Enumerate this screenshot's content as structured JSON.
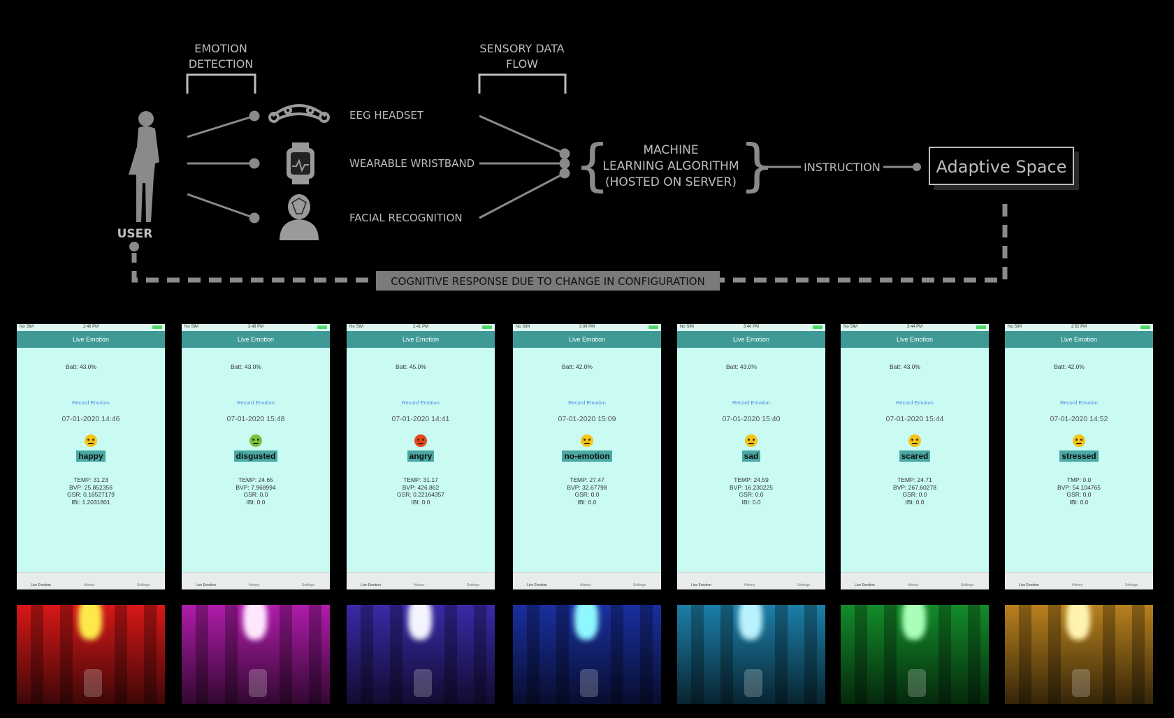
{
  "diagram": {
    "header_emotion": [
      "EMOTION",
      "DETECTION"
    ],
    "header_sensory": [
      "SENSORY DATA",
      "FLOW"
    ],
    "user_label": "USER",
    "devices": [
      "EEG HEADSET",
      "WEARABLE WRISTBAND",
      "FACIAL RECOGNITION"
    ],
    "ml_lines": [
      "MACHINE",
      "LEARNING ALGORITHM",
      "(HOSTED ON SERVER)"
    ],
    "instruction": "INSTRUCTION",
    "adaptive_space": "Adaptive Space",
    "feedback_label": "COGNITIVE RESPONSE DUE TO CHANGE IN CONFIGURATION"
  },
  "app_common": {
    "carrier": "No SIM",
    "nav_title": "Live Emotion",
    "record_link": "Record Emotion",
    "tabs": [
      "Live Emotion",
      "History",
      "Settings"
    ]
  },
  "screens": [
    {
      "time": "2:46 PM",
      "batt": "Batt: 43.0%",
      "datetime": "07-01-2020 14:46",
      "emoji": "smile-emoji",
      "emotion": "happy",
      "sensors": [
        "TEMP: 31.23",
        "BVP: 25.852356",
        "GSR: 0.16527179",
        "IBI: 1.2031801"
      ],
      "emoji_color": "#f5c518",
      "photo_color": "#d81818",
      "glow_color": "#ffe94a"
    },
    {
      "time": "3:48 PM",
      "batt": "Batt: 43.0%",
      "datetime": "07-01-2020 15:48",
      "emoji": "nauseated-emoji",
      "emotion": "disgusted",
      "sensors": [
        "TEMP: 24.65",
        "BVP: 7.968994",
        "GSR: 0.0",
        "IBI: 0.0"
      ],
      "emoji_color": "#7cc242",
      "photo_color": "#b01cab",
      "glow_color": "#ffe6ff"
    },
    {
      "time": "2:41 PM",
      "batt": "Batt: 45.0%",
      "datetime": "07-01-2020 14:41",
      "emoji": "angry-emoji",
      "emotion": "angry",
      "sensors": [
        "TEMP: 31.17",
        "BVP: 426.862",
        "GSR: 0.22164357",
        "IBI: 0.0"
      ],
      "emoji_color": "#e8461e",
      "photo_color": "#3a2aa8",
      "glow_color": "#f4f4ff"
    },
    {
      "time": "3:09 PM",
      "batt": "Batt: 42.0%",
      "datetime": "07-01-2020 15:09",
      "emoji": "neutral-emoji",
      "emotion": "no-emotion",
      "sensors": [
        "TEMP: 27.47",
        "BVP: 32.67798",
        "GSR: 0.0",
        "IBI: 0.0"
      ],
      "emoji_color": "#f5c518",
      "photo_color": "#1a2fa0",
      "glow_color": "#8ff8ff"
    },
    {
      "time": "3:40 PM",
      "batt": "Batt: 43.0%",
      "datetime": "07-01-2020 15:40",
      "emoji": "sad-emoji",
      "emotion": "sad",
      "sensors": [
        "TEMP: 24.59",
        "BVP: 16.230225",
        "GSR: 0.0",
        "IBI: 0.0"
      ],
      "emoji_color": "#f5c518",
      "photo_color": "#1c7fa8",
      "glow_color": "#b9f1ff"
    },
    {
      "time": "3:44 PM",
      "batt": "Batt: 43.0%",
      "datetime": "07-01-2020 15:44",
      "emoji": "scream-emoji",
      "emotion": "scared",
      "sensors": [
        "TEMP: 24.71",
        "BVP: 267.60278",
        "GSR: 0.0",
        "IBI: 0.0"
      ],
      "emoji_color": "#f5c518",
      "photo_color": "#138c2a",
      "glow_color": "#a9ffb8"
    },
    {
      "time": "2:52 PM",
      "batt": "Batt: 42.0%",
      "datetime": "07-01-2020 14:52",
      "emoji": "weary-emoji",
      "emotion": "stressed",
      "sensors": [
        "TMP: 0.0",
        "BVP: 54.104765",
        "GSR: 0.0",
        "IBI: 0.0"
      ],
      "emoji_color": "#f5c518",
      "photo_color": "#b8811e",
      "glow_color": "#fff3b0"
    }
  ]
}
